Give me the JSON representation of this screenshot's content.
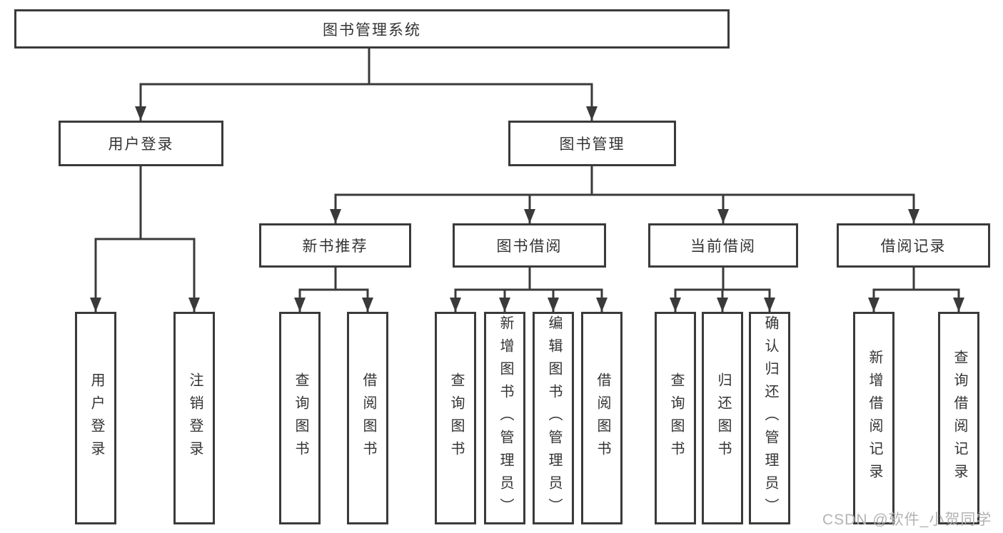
{
  "nodes": {
    "root": "图书管理系统",
    "user_login": "用户登录",
    "book_management": "图书管理",
    "new_book_recommend": "新书推荐",
    "book_borrow": "图书借阅",
    "current_borrow": "当前借阅",
    "borrow_records": "借阅记录",
    "leaf_user_login": "用户登录",
    "leaf_logout": "注销登录",
    "leaf_rec_query_books": "查询图书",
    "leaf_rec_borrow_books": "借阅图书",
    "leaf_bb_query_books": "查询图书",
    "leaf_bb_add_books": "新增图书（管理员）",
    "leaf_bb_edit_books": "编辑图书（管理员）",
    "leaf_bb_borrow_books": "借阅图书",
    "leaf_cb_query_books": "查询图书",
    "leaf_cb_return_books": "归还图书",
    "leaf_cb_confirm_return": "确认归还（管理员）",
    "leaf_br_add_record": "新增借阅记录",
    "leaf_br_query_record": "查询借阅记录"
  },
  "watermark": "CSDN @软件_小贺同学",
  "colors": {
    "line": "#3a3a3a",
    "text": "#333333",
    "watermark": "#b3b3b3",
    "background": "#ffffff"
  }
}
